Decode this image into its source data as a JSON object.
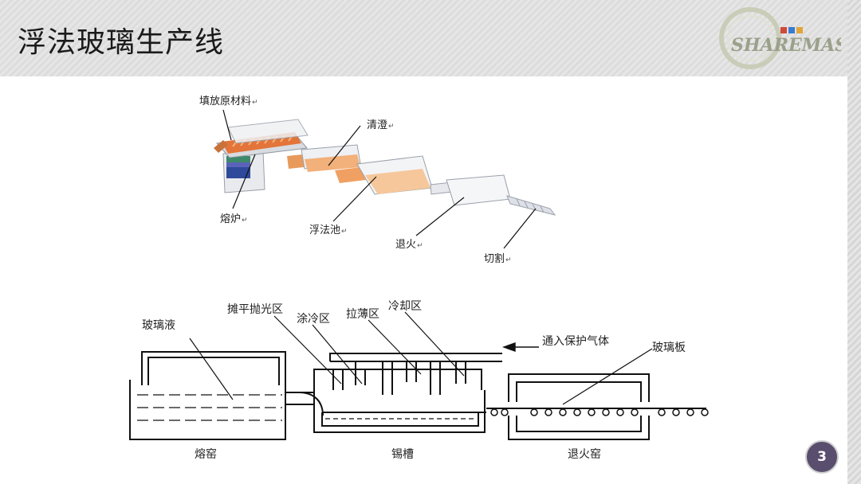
{
  "header": {
    "title": "浮法玻璃生产线"
  },
  "logo": {
    "text": "SHAREMASTER"
  },
  "page_number": "3",
  "return_mark": "↵",
  "top_diagram": {
    "labels": {
      "fill_material": "填放原材料",
      "refining": "清澄",
      "furnace": "熔炉",
      "float_bath": "浮法池",
      "annealing": "退火",
      "cutting": "切割"
    }
  },
  "bottom_diagram": {
    "labels": {
      "glass_liquid": "玻璃液",
      "flattening_zone": "摊平抛光区",
      "coating_zone": "涂冷区",
      "thinning_zone": "拉薄区",
      "cooling_zone": "冷却区",
      "protective_gas": "通入保护气体",
      "glass_sheet": "玻璃板",
      "melting_kiln": "熔窑",
      "tin_bath": "锡槽",
      "annealing_kiln": "退火窑"
    }
  }
}
